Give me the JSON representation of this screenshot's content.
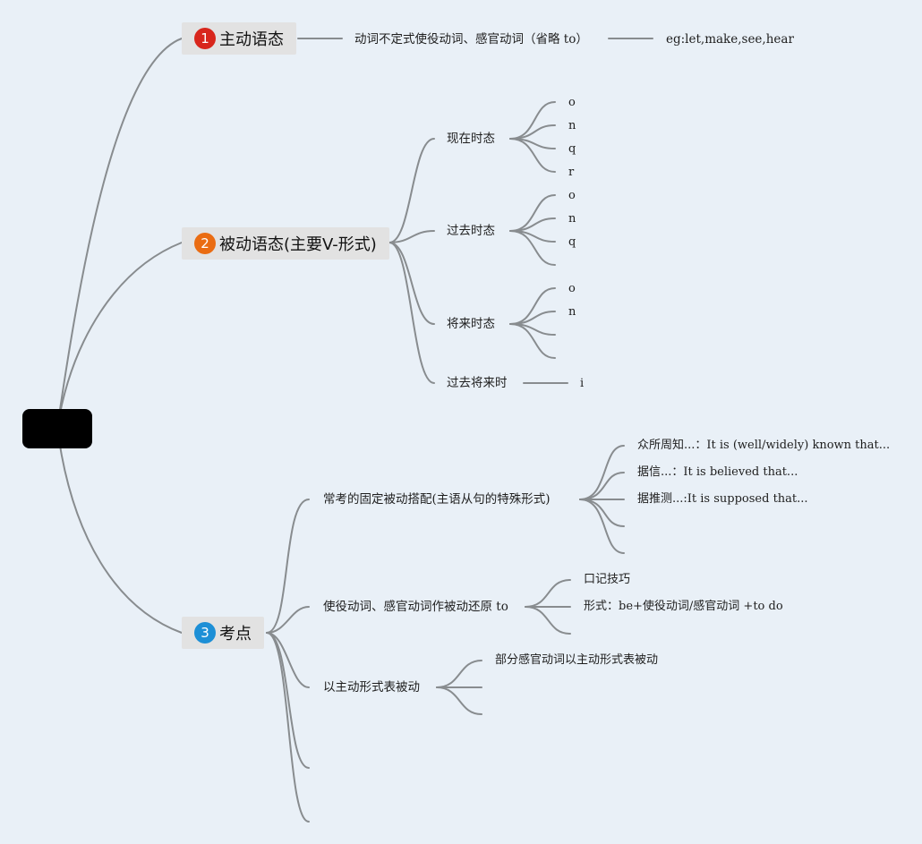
{
  "root": {
    "label": ""
  },
  "branches": {
    "b1": {
      "num": "1",
      "label": "主动语态",
      "color": "#d8261c"
    },
    "b2": {
      "num": "2",
      "label": "被动语态(主要V-形式)",
      "color": "#ea6c12"
    },
    "b3": {
      "num": "3",
      "label": "考点",
      "color": "#1d8fd6"
    }
  },
  "b1": {
    "desc": "动词不定式使役动词、感官动词（省略 to）",
    "example": "eg:let,make,see,hear"
  },
  "b2": {
    "present": {
      "label": "现在时态",
      "leaves": [
        "o",
        "n",
        "q",
        "r"
      ]
    },
    "past": {
      "label": "过去时态",
      "leaves": [
        "o",
        "n",
        "q"
      ]
    },
    "future": {
      "label": "将来时态",
      "leaves": [
        "o",
        "n"
      ]
    },
    "pastfuture": {
      "label": "过去将来时",
      "leaf": "i"
    }
  },
  "b3": {
    "fixed": {
      "label": "常考的固定被动搭配(主语从句的特殊形式)",
      "leaves": [
        "众所周知...：It is (well/widely) known that...",
        "据信...：It is believed that...",
        "据推测...:It is supposed that..."
      ]
    },
    "causative": {
      "label": "使役动词、感官动词作被动还原 to",
      "leaves": [
        "口记技巧",
        "形式：be+使役动词/感官动词 +to do"
      ]
    },
    "active": {
      "label": "以主动形式表被动",
      "leaves": [
        "部分感官动词以主动形式表被动"
      ]
    }
  }
}
